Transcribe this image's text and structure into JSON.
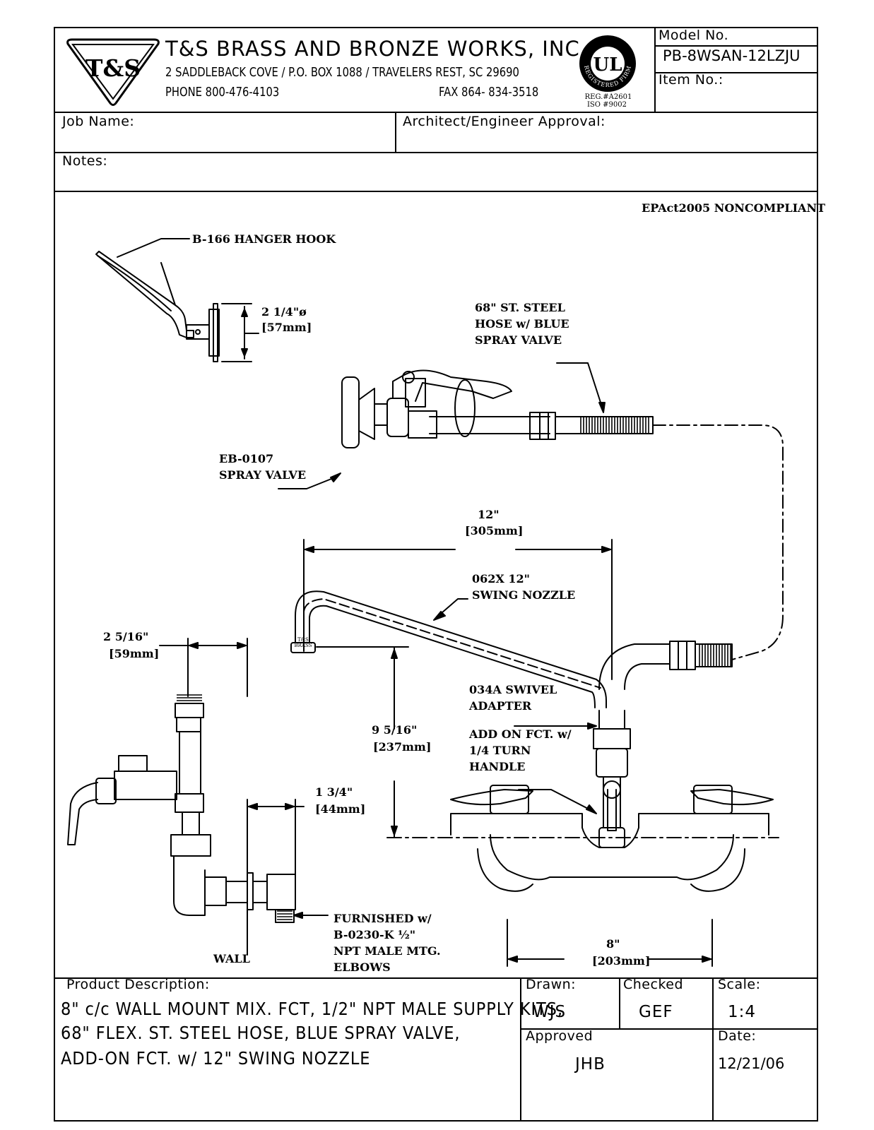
{
  "header": {
    "logo_text": "T&S",
    "company": "T&S BRASS AND BRONZE WORKS, INC.",
    "address": "2 SADDLEBACK COVE / P.O. BOX 1088 / TRAVELERS REST, SC 29690",
    "phone": "PHONE 800-476-4103",
    "fax": "FAX  864- 834-3518",
    "ul_mark": "UL",
    "ul_ring_text": "REGISTERED FIRM",
    "reg_line": "REG.#A2601",
    "iso_line": "ISO #9002",
    "model_label": "Model No.",
    "model_value": "PB-8WSAN-12LZJU",
    "item_label": "Item No.:"
  },
  "job": {
    "job_name_label": "Job Name:",
    "approval_label": "Architect/Engineer Approval:",
    "notes_label": "Notes:"
  },
  "drawing": {
    "compliance": "EPAct2005 NONCOMPLIANT",
    "hanger_hook": "B-166 HANGER HOOK",
    "hook_dim_in": "2 1/4\"ø",
    "hook_dim_mm": "[57mm]",
    "hose_note": [
      "68\" ST. STEEL",
      "HOSE w/ BLUE",
      "SPRAY VALVE"
    ],
    "valve_note": [
      "EB-0107",
      "SPRAY VALVE"
    ],
    "nozzle_len_in": "12\"",
    "nozzle_len_mm": "[305mm]",
    "nozzle_note": [
      "062X 12\"",
      "SWING NOZZLE"
    ],
    "nozzle_stamp": [
      "T&S",
      "BRASS"
    ],
    "side_dim_in": "2 5/16\"",
    "side_dim_mm": "[59mm]",
    "height_in": "9 5/16\"",
    "height_mm": "[237mm]",
    "swivel_note": [
      "034A SWIVEL",
      "ADAPTER"
    ],
    "addon_note": [
      "ADD ON FCT. w/",
      "1/4 TURN",
      "HANDLE"
    ],
    "elbow_dim_in": "1 3/4\"",
    "elbow_dim_mm": "[44mm]",
    "furnished_note": [
      "FURNISHED w/",
      "B-0230-K ½\"",
      "NPT MALE MTG.",
      "ELBOWS"
    ],
    "wall_label": "WALL",
    "center_in": "8\"",
    "center_mm": "[203mm]"
  },
  "footer": {
    "desc_label": "Product Description:",
    "desc_lines": [
      "8\" c/c WALL MOUNT MIX. FCT, 1/2\" NPT MALE SUPPLY KITS,",
      "68\" FLEX. ST. STEEL HOSE, BLUE SPRAY VALVE,",
      "ADD-ON FCT. w/ 12\" SWING NOZZLE"
    ],
    "drawn_label": "Drawn:",
    "drawn_value": "WJS",
    "checked_label": "Checked",
    "checked_value": "GEF",
    "scale_label": "Scale:",
    "scale_value": "1:4",
    "approved_label": "Approved",
    "approved_value": "JHB",
    "date_label": "Date:",
    "date_value": "12/21/06"
  }
}
